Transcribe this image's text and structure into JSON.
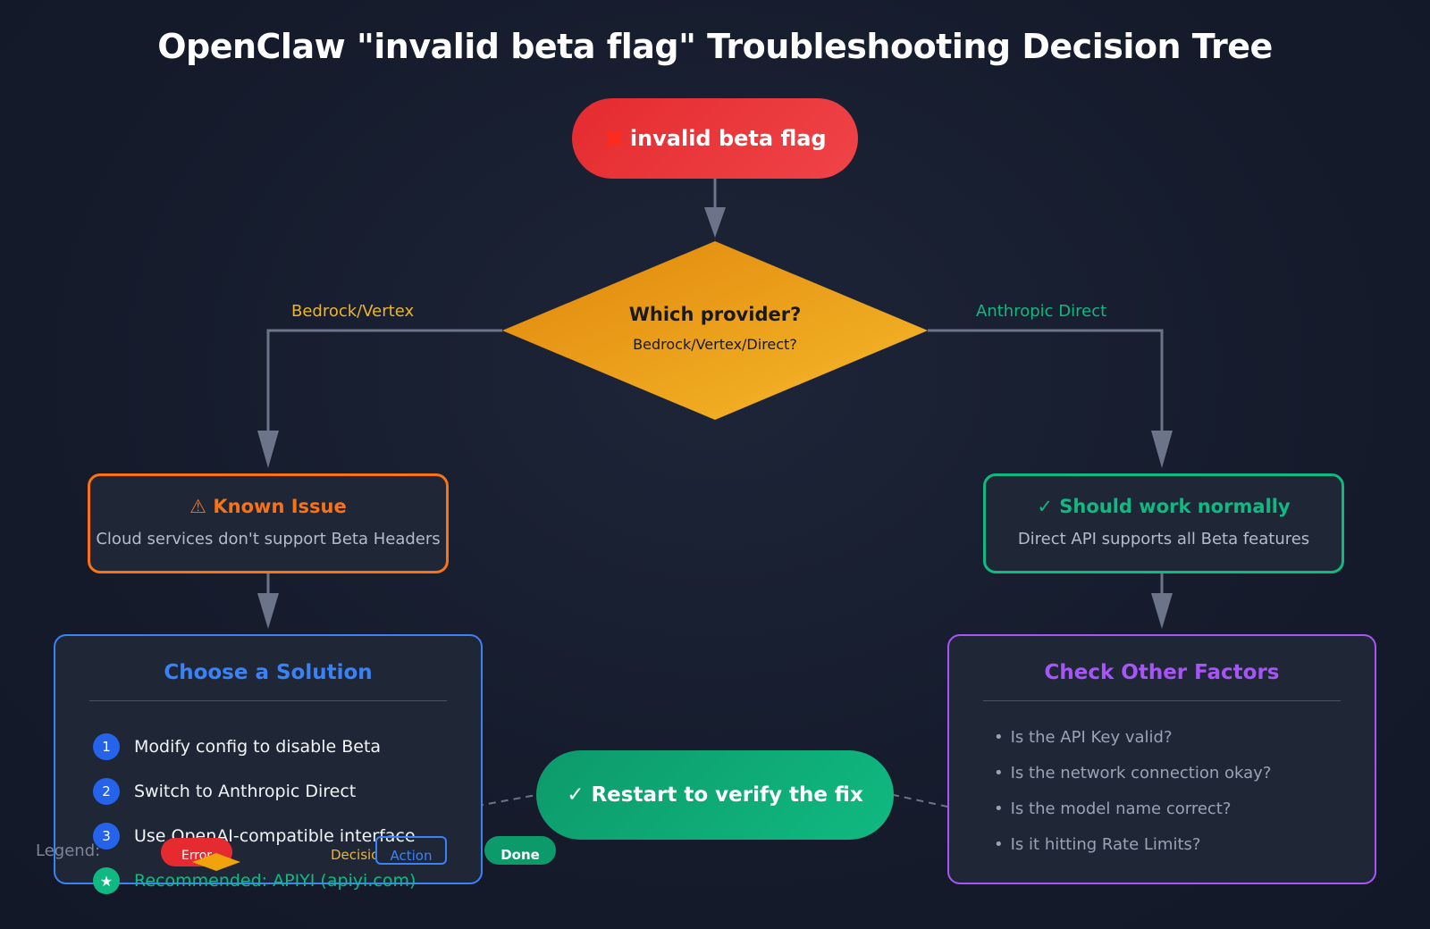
{
  "title": "OpenClaw \"invalid beta flag\" Troubleshooting Decision Tree",
  "start": {
    "icon": "x-icon",
    "label": "invalid beta flag",
    "color": "#e52b2f"
  },
  "decision": {
    "title": "Which provider?",
    "subtitle": "Bedrock/Vertex/Direct?",
    "color": "#f0a30a"
  },
  "branches": {
    "left": "Bedrock/Vertex",
    "right": "Anthropic Direct"
  },
  "known_issue": {
    "icon": "warning-icon",
    "title": "⚠ Known Issue",
    "body": "Cloud services don't support Beta Headers",
    "color": "#f97316"
  },
  "normal": {
    "icon": "check-icon",
    "title": "✓ Should work normally",
    "body": "Direct API supports all Beta features",
    "color": "#10b981"
  },
  "solutions": {
    "title": "Choose a Solution",
    "color": "#3b82f6",
    "items": [
      {
        "num": "1",
        "label": "Modify config to disable Beta"
      },
      {
        "num": "2",
        "label": "Switch to Anthropic Direct"
      },
      {
        "num": "3",
        "label": "Use OpenAI-compatible interface"
      },
      {
        "num": "★",
        "label": "Recommended: APIYI (apiyi.com)"
      }
    ]
  },
  "factors": {
    "title": "Check Other Factors",
    "color": "#a855f7",
    "items": [
      "Is the API Key valid?",
      "Is the network connection okay?",
      "Is the model name correct?",
      "Is it hitting Rate Limits?"
    ]
  },
  "restart": {
    "icon": "check-icon",
    "label": "✓ Restart to verify the fix",
    "color": "#10b981"
  },
  "legend": {
    "label": "Legend:",
    "error": "Error",
    "decision": "Decision",
    "action": "Action",
    "done": "Done"
  }
}
